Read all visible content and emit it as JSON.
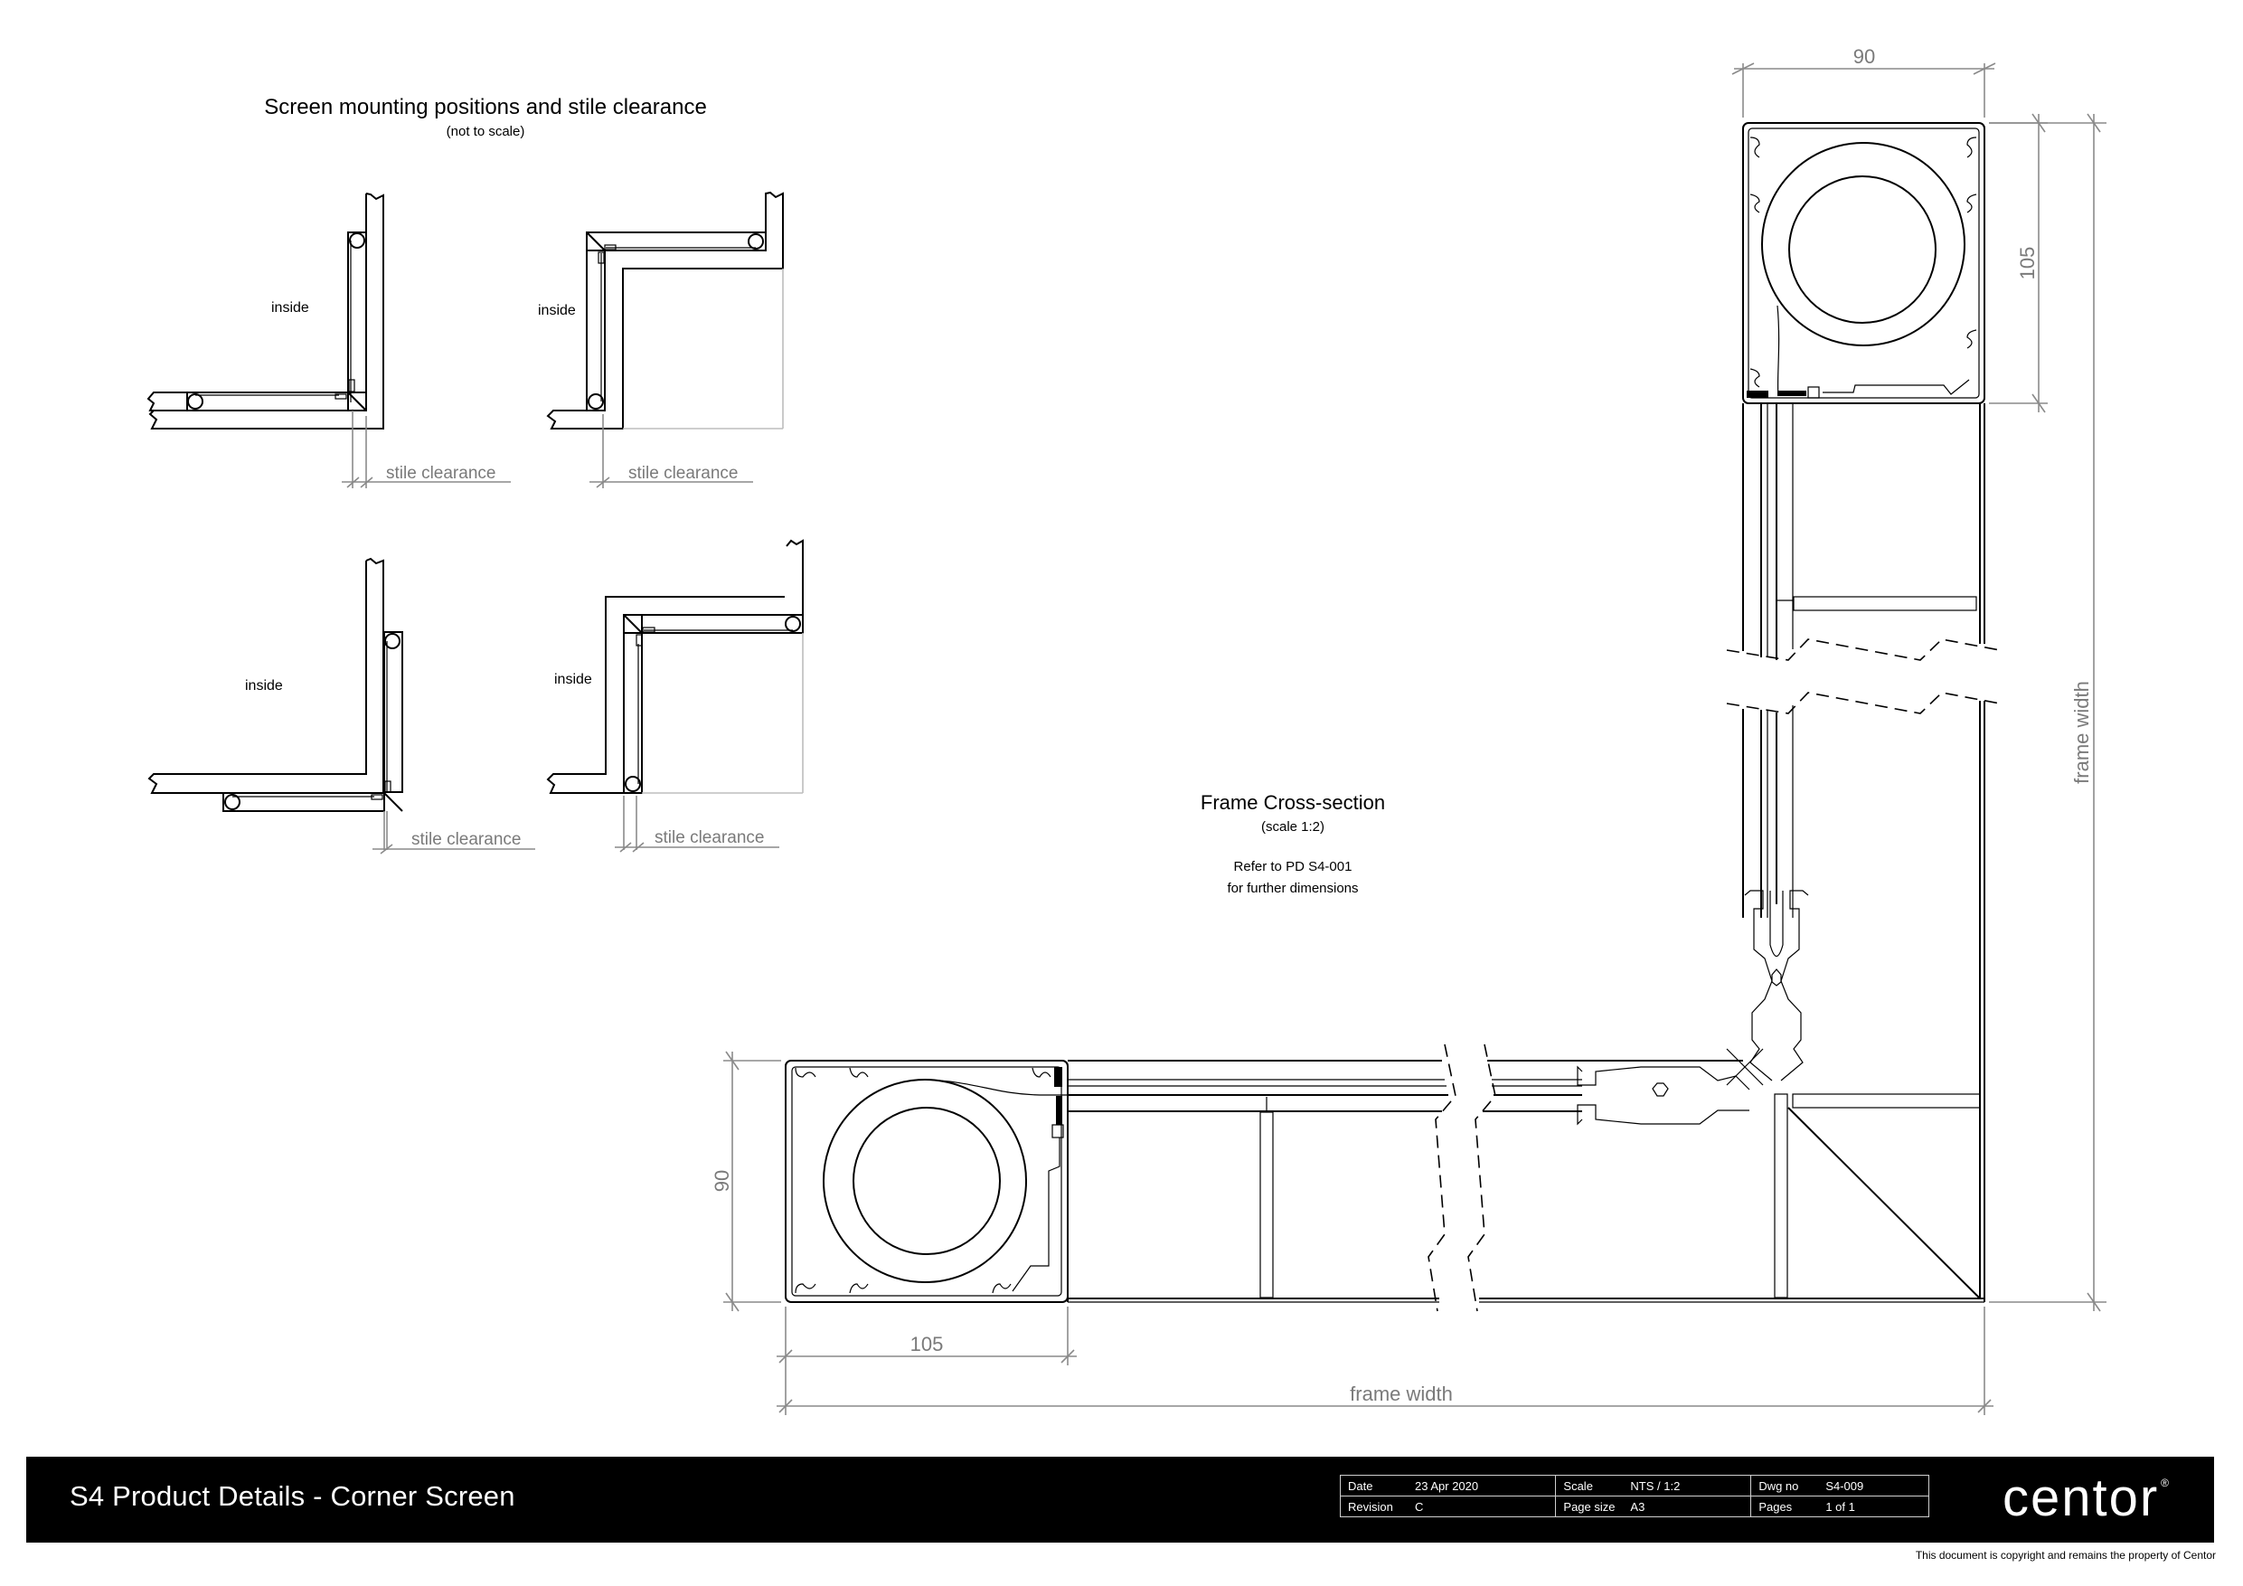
{
  "mounting_section": {
    "title": "Screen mounting positions and stile clearance",
    "subtitle": "(not to scale)",
    "diagrams": [
      {
        "label_inside": "inside",
        "clearance_label": "stile clearance"
      },
      {
        "label_inside": "inside",
        "clearance_label": "stile clearance"
      },
      {
        "label_inside": "inside",
        "clearance_label": "stile clearance"
      },
      {
        "label_inside": "inside",
        "clearance_label": "stile clearance"
      }
    ]
  },
  "cross_section": {
    "title": "Frame Cross-section",
    "scale": "(scale 1:2)",
    "note_line1": "Refer to PD S4-001",
    "note_line2": "for further dimensions",
    "dimensions": {
      "vertical_head_width": "90",
      "vertical_head_height": "105",
      "vertical_frame_width": "frame width",
      "horizontal_head_height": "90",
      "horizontal_head_width": "105",
      "horizontal_frame_width": "frame width"
    }
  },
  "title_block": {
    "title": "S4 Product Details - Corner Screen",
    "date_label": "Date",
    "date_value": "23 Apr 2020",
    "scale_label": "Scale",
    "scale_value": "NTS / 1:2",
    "dwg_label": "Dwg no",
    "dwg_value": "S4-009",
    "revision_label": "Revision",
    "revision_value": "C",
    "pagesize_label": "Page size",
    "pagesize_value": "A3",
    "pages_label": "Pages",
    "pages_value": "1 of 1",
    "logo": "centor",
    "logo_mark": "®"
  },
  "copyright": "This document is copyright and remains the property of Centor",
  "colors": {
    "title_bar": "#000000",
    "dimension_lines": "#8a8a8a",
    "drawing_lines": "#000000"
  }
}
